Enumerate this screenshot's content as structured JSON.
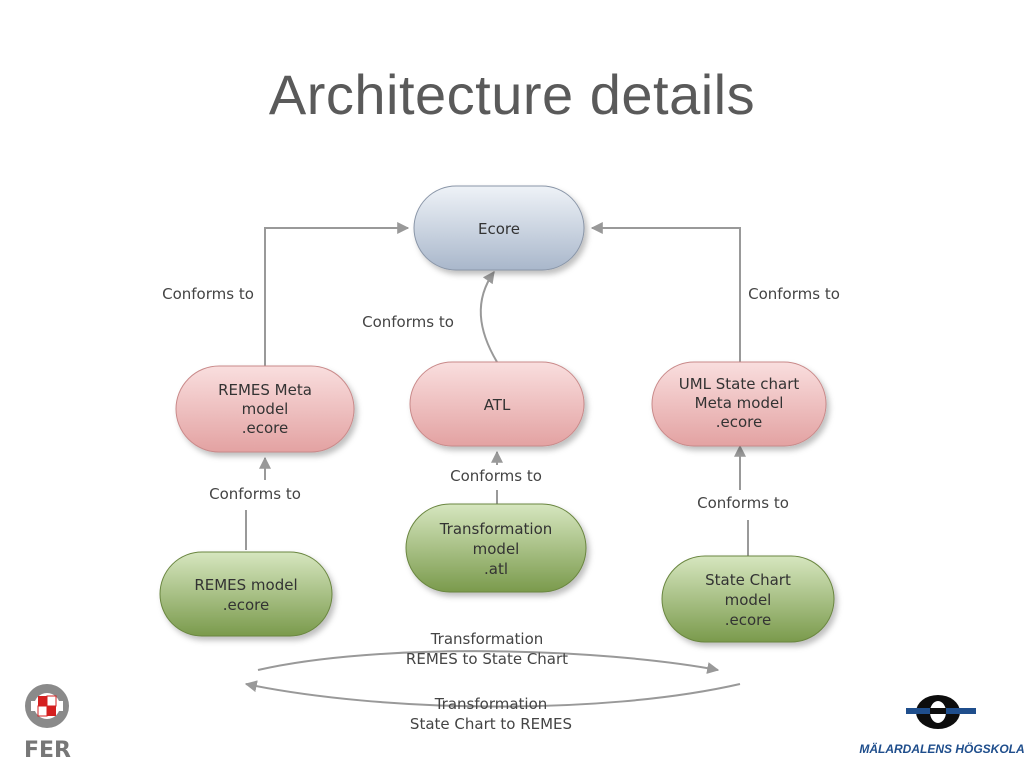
{
  "title": "Architecture details",
  "nodes": {
    "ecore": {
      "label": "Ecore"
    },
    "remes_meta": {
      "lines": [
        "REMES Meta",
        "model",
        ".ecore"
      ]
    },
    "atl": {
      "label": "ATL"
    },
    "uml_meta": {
      "lines": [
        "UML State chart",
        "Meta model",
        ".ecore"
      ]
    },
    "remes_model": {
      "lines": [
        "REMES model",
        ".ecore"
      ]
    },
    "transformation_model": {
      "lines": [
        "Transformation",
        "model",
        ".atl"
      ]
    },
    "state_chart_model": {
      "lines": [
        "State Chart",
        "model",
        ".ecore"
      ]
    }
  },
  "edges": {
    "remes_meta_to_ecore": "Conforms to",
    "atl_to_ecore": "Conforms to",
    "uml_meta_to_ecore": "Conforms to",
    "remes_model_to_meta": "Conforms to",
    "transformation_to_atl": "Conforms to",
    "state_chart_to_meta": "Conforms to",
    "transform_forward": [
      "Transformation",
      "REMES to State Chart"
    ],
    "transform_backward": [
      "Transformation",
      "State Chart to REMES"
    ]
  },
  "logos": {
    "left": "FER",
    "right": "MÄLARDALENS HÖGSKOLA"
  },
  "colors": {
    "ecore_top": "#eef2f7",
    "ecore_bottom": "#a9b7cb",
    "meta_top": "#f9dede",
    "meta_bottom": "#e3a2a2",
    "model_top": "#d6e6bf",
    "model_bottom": "#7a9a4c",
    "arrow": "#999999",
    "mdh_blue": "#1f4e8c"
  }
}
